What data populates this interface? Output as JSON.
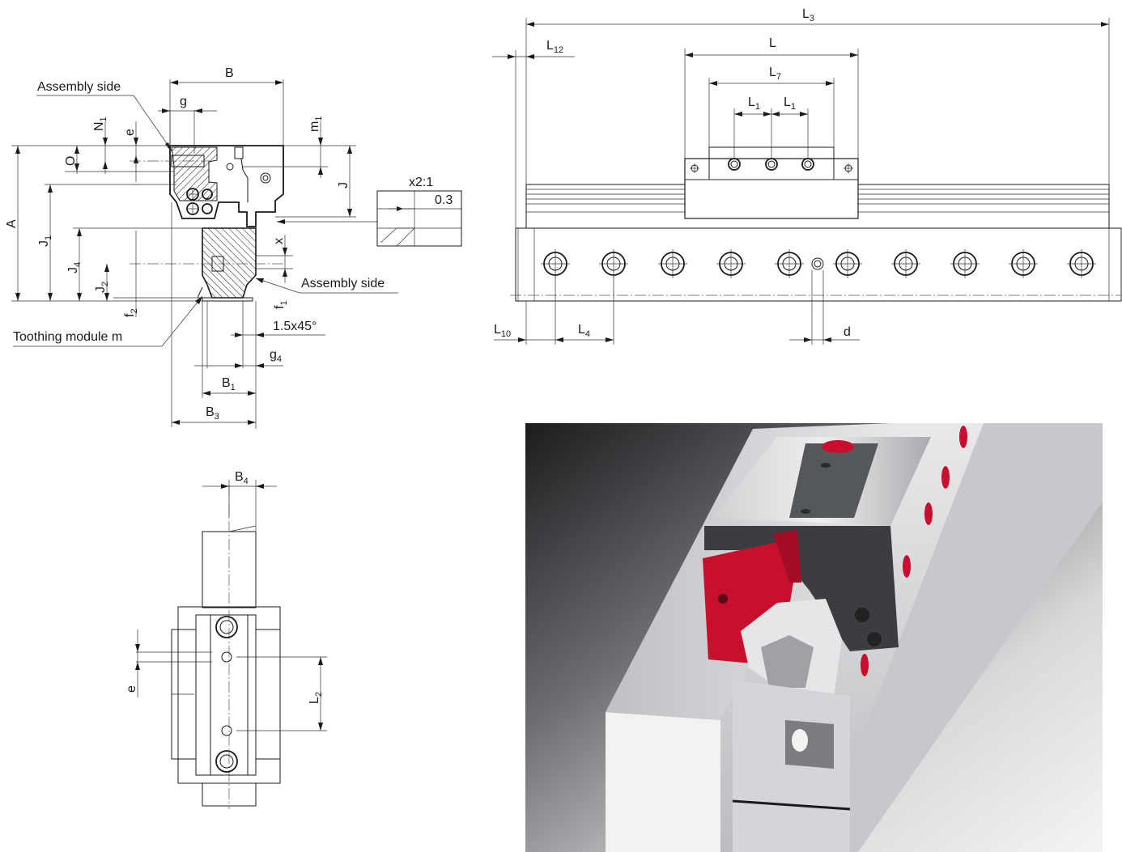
{
  "labels": {
    "assembly_side_top": "Assembly side",
    "assembly_side_right": "Assembly side",
    "toothing_module": "Toothing module m",
    "chamfer": "1.5x45°",
    "detail_scale": "x2:1",
    "detail_value": "0.3",
    "B": "B",
    "g": "g",
    "e": "e",
    "O": "O",
    "A": "A",
    "J": "J",
    "x": "x",
    "N": "N",
    "N_sub": "1",
    "m": "m",
    "m_sub": "1",
    "J1": "J",
    "J1_sub": "1",
    "J2": "J",
    "J2_sub": "2",
    "J4": "J",
    "J4_sub": "4",
    "f1": "f",
    "f1_sub": "1",
    "f2": "f",
    "f2_sub": "2",
    "g4": "g",
    "g4_sub": "4",
    "B1": "B",
    "B1_sub": "1",
    "B3": "B",
    "B3_sub": "3",
    "B4": "B",
    "B4_sub": "4",
    "e2": "e",
    "L2": "L",
    "L2_sub": "2",
    "L3": "L",
    "L3_sub": "3",
    "L12": "L",
    "L12_sub": "12",
    "L": "L",
    "L7": "L",
    "L7_sub": "7",
    "L1a": "L",
    "L1a_sub": "1",
    "L1b": "L",
    "L1b_sub": "1",
    "L10": "L",
    "L10_sub": "10",
    "L4": "L",
    "L4_sub": "4",
    "d": "d"
  },
  "colors": {
    "line": "#1a1a1a",
    "accent_red": "#c8102e",
    "steel_light": "#d9dadc",
    "steel_dark": "#3b3d40"
  }
}
